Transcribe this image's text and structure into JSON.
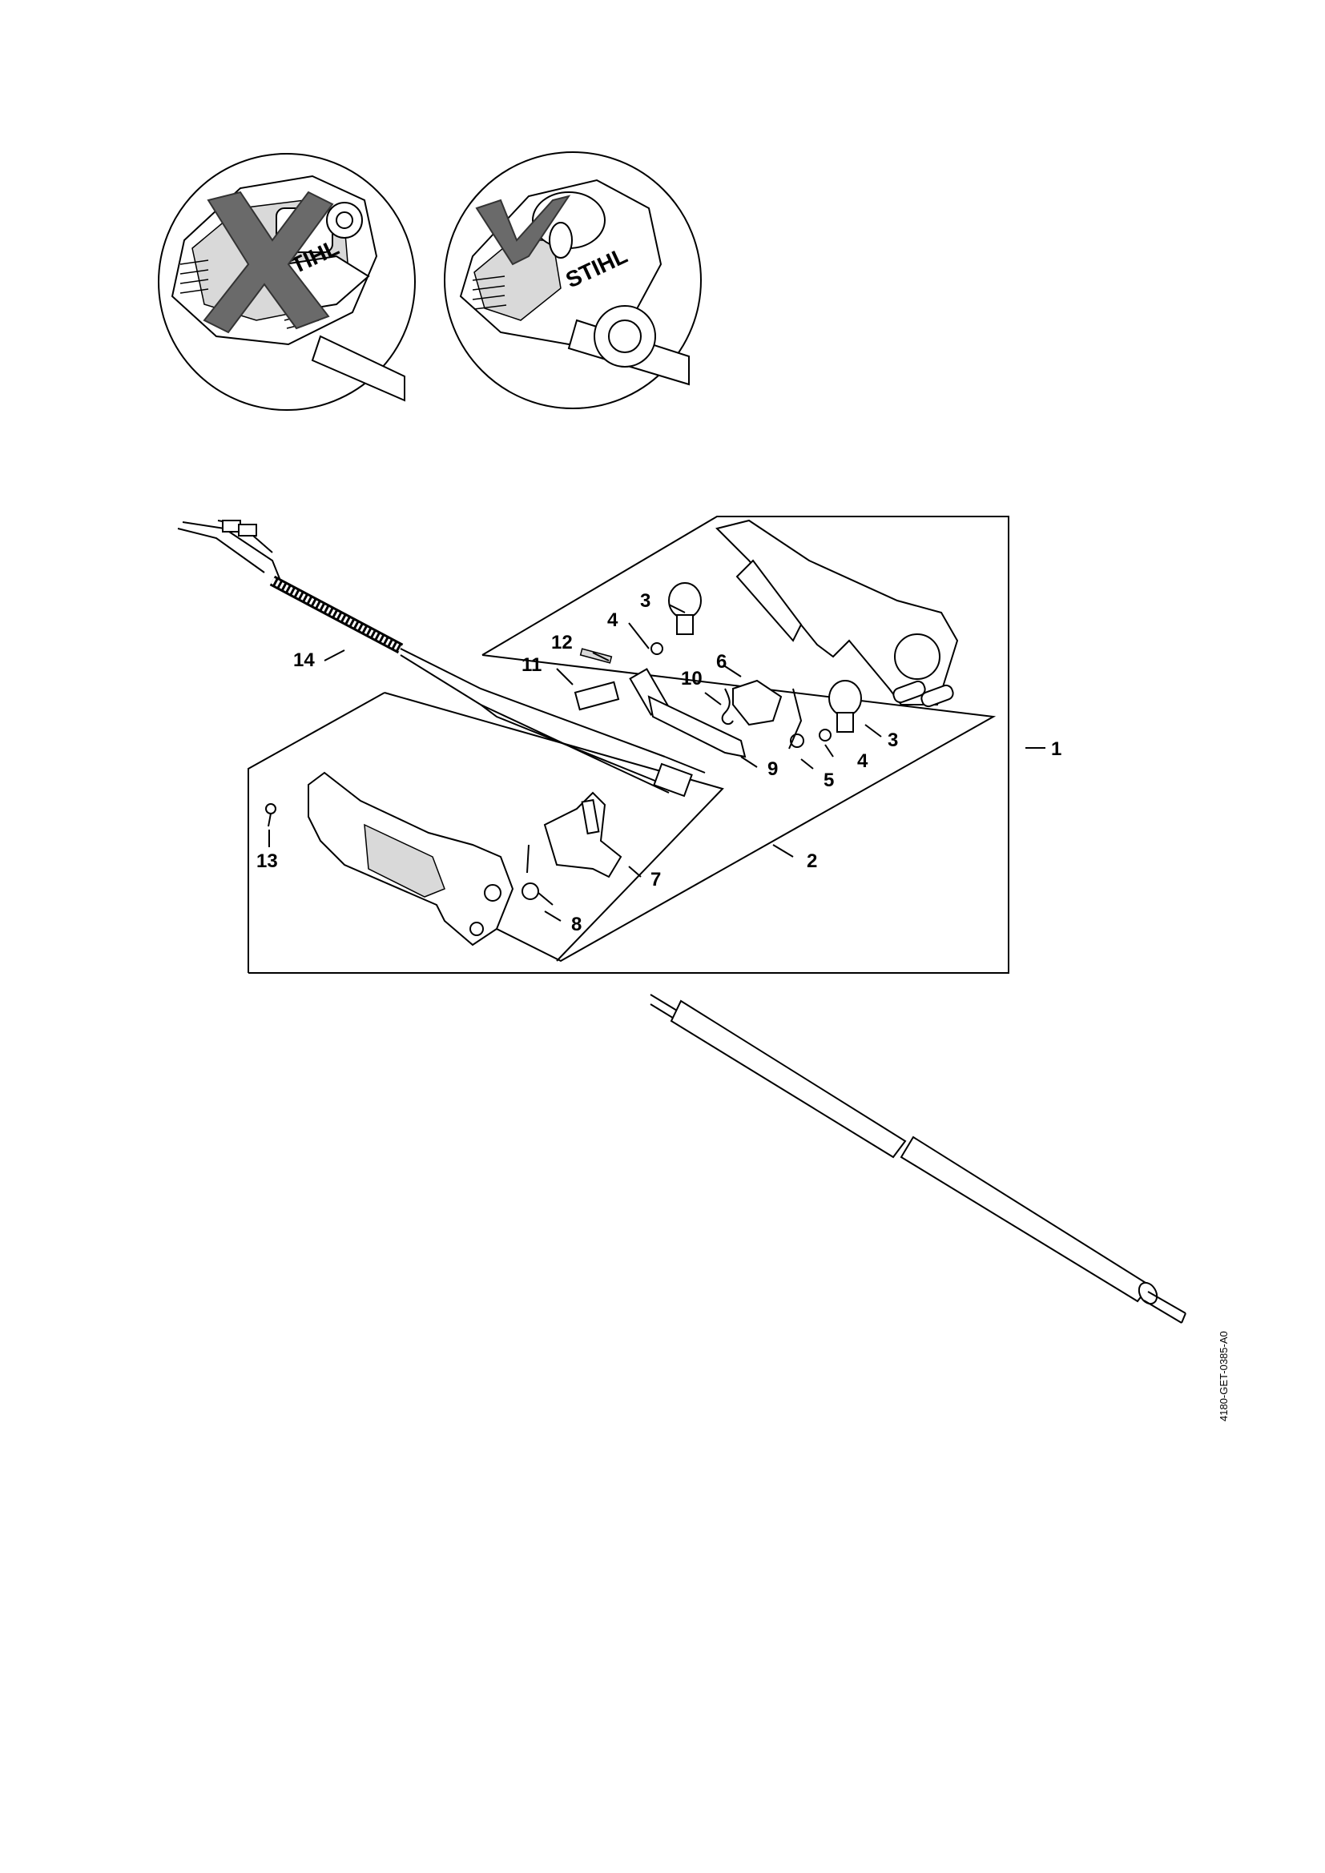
{
  "brand": "STIHL",
  "top_panels": {
    "wrong_icon": "cross-mark-icon",
    "correct_icon": "check-mark-icon"
  },
  "callouts": {
    "c1": "1",
    "c2": "2",
    "c3a": "3",
    "c3b": "3",
    "c4a": "4",
    "c4b": "4",
    "c5": "5",
    "c6": "6",
    "c7": "7",
    "c8": "8",
    "c9": "9",
    "c10": "10",
    "c11": "11",
    "c12": "12",
    "c13": "13",
    "c14": "14"
  },
  "drawing_reference": "4180-GET-0385-A0"
}
